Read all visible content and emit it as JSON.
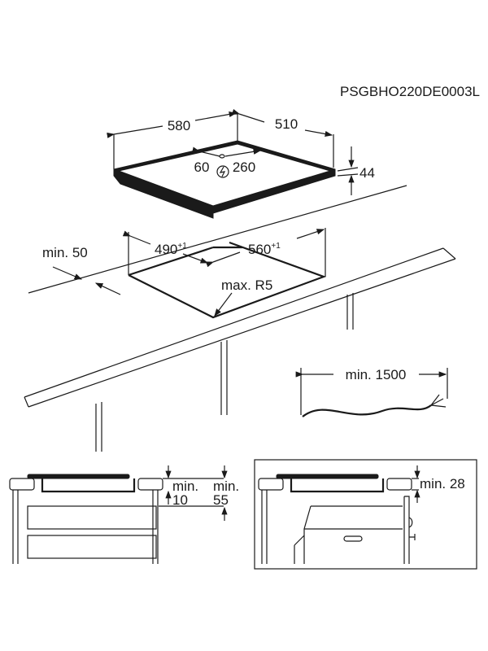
{
  "model_code": "PSGBHO220DE0003L",
  "hob": {
    "width": "580",
    "depth": "510",
    "height": "44",
    "conn_offset_left": "60",
    "conn_offset_right": "260",
    "power_icon": "lightning-circle-icon"
  },
  "cutout": {
    "width": "490",
    "width_tol": "+1",
    "depth": "560",
    "depth_tol": "+1",
    "radius": "max. R5",
    "front_margin": "min. 50"
  },
  "cable": {
    "length": "min. 1500"
  },
  "section_drawer": {
    "gap_label_1": "min.",
    "gap_value_1": "10",
    "gap_label_2": "min.",
    "gap_value_2": "55"
  },
  "section_oven": {
    "gap": "min. 28"
  }
}
